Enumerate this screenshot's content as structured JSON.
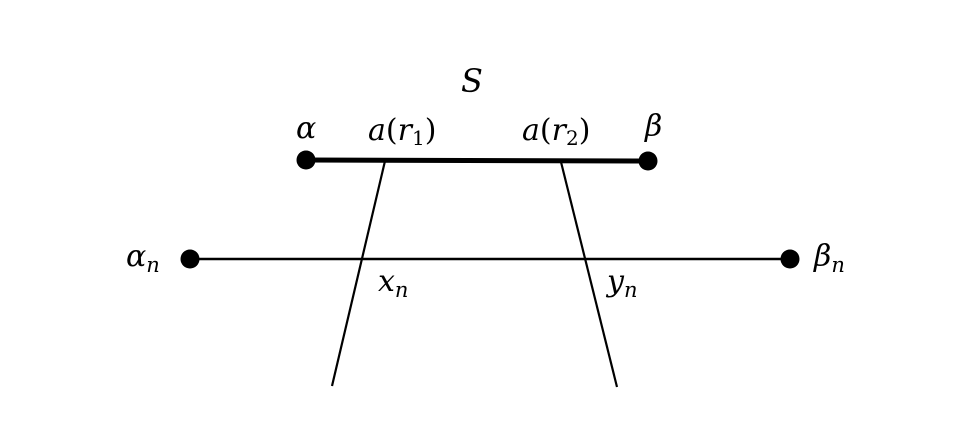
{
  "diagram": {
    "labels": {
      "S": "S",
      "alpha": "α",
      "beta": "β",
      "a_func": "a",
      "r_var": "r",
      "r1_sub": "1",
      "r2_sub": "2",
      "paren_open": "(",
      "paren_close": ")",
      "alpha_base": "α",
      "beta_base": "β",
      "n_sub": "n",
      "x_base": "x",
      "y_base": "y"
    },
    "colors": {
      "ink": "#000000",
      "background": "#ffffff"
    }
  }
}
